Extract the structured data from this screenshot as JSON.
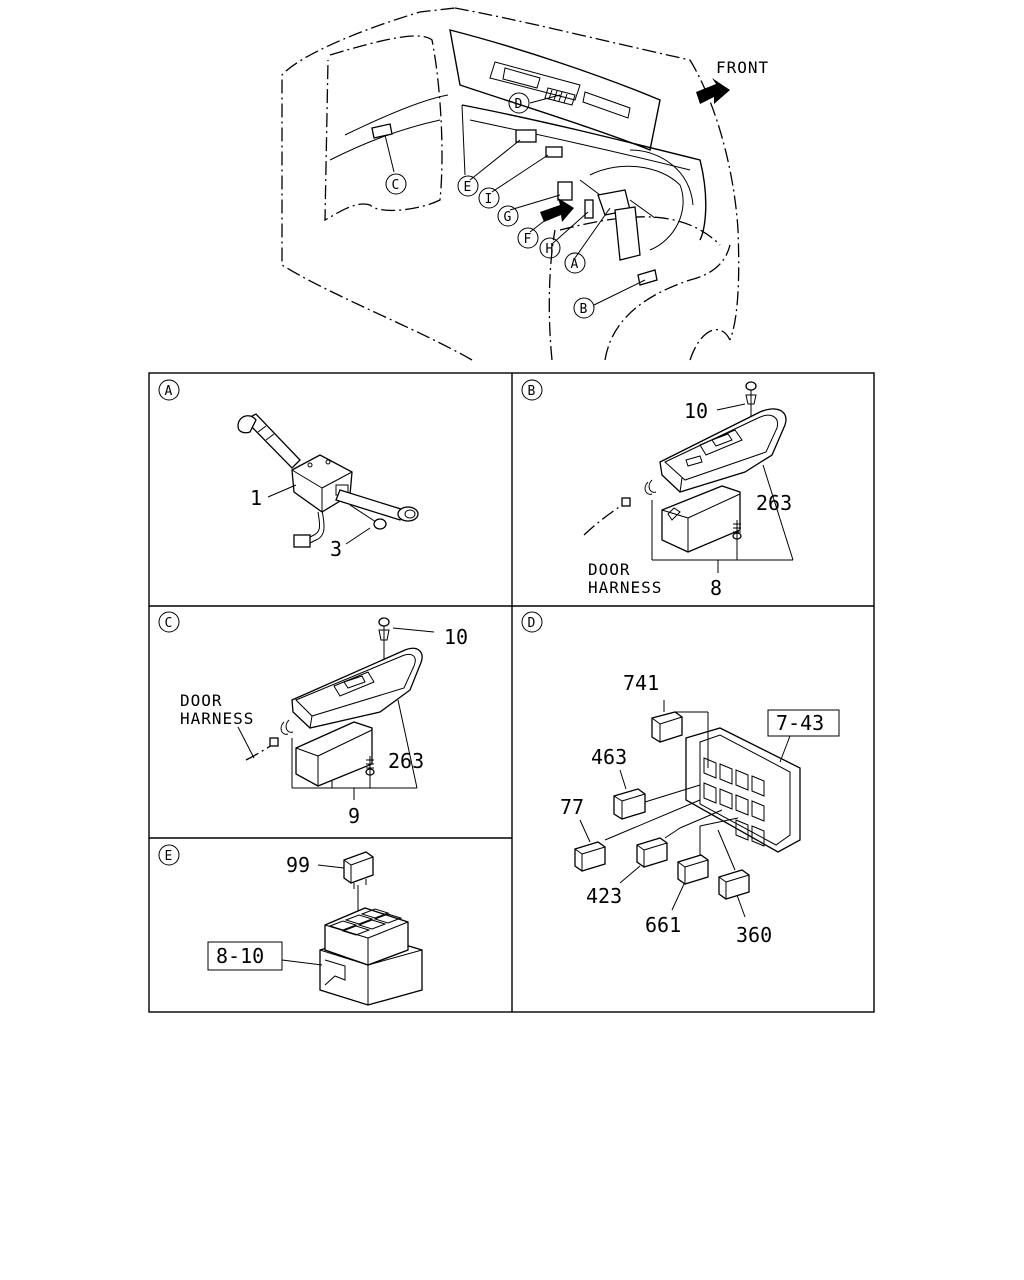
{
  "overview": {
    "front_label": "FRONT",
    "callouts": [
      "A",
      "B",
      "C",
      "D",
      "E",
      "F",
      "G",
      "H",
      "I"
    ]
  },
  "panels": {
    "A": {
      "letter": "A",
      "parts": [
        "1",
        "3"
      ]
    },
    "B": {
      "letter": "B",
      "parts": [
        "10",
        "263",
        "8"
      ],
      "harness_line1": "DOOR",
      "harness_line2": "HARNESS"
    },
    "C": {
      "letter": "C",
      "parts": [
        "10",
        "263",
        "9"
      ],
      "harness_line1": "DOOR",
      "harness_line2": "HARNESS"
    },
    "D": {
      "letter": "D",
      "parts": [
        "741",
        "463",
        "77",
        "423",
        "661",
        "360"
      ],
      "ref": "7-43"
    },
    "E": {
      "letter": "E",
      "parts": [
        "99"
      ],
      "ref": "8-10"
    }
  }
}
